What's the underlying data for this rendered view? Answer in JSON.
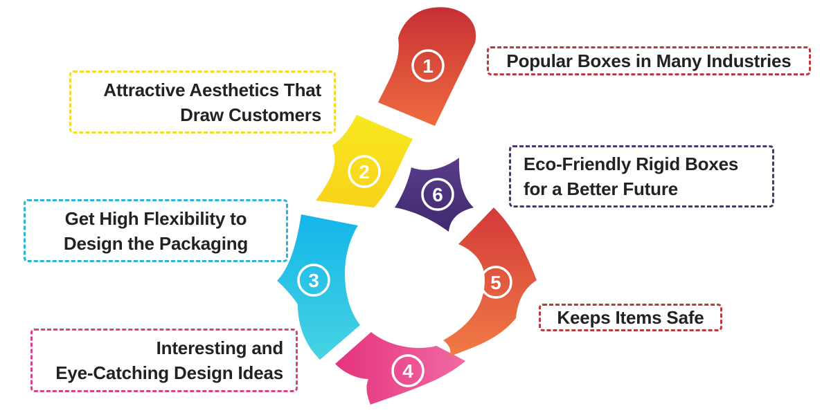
{
  "steps": [
    {
      "number": "1",
      "lines": [
        "Popular Boxes in Many Industries"
      ],
      "color_top": "#c62f34",
      "color_bottom": "#ef6b3f",
      "border": "#b73a3f"
    },
    {
      "number": "2",
      "lines": [
        "Attractive Aesthetics That",
        "Draw Customers"
      ],
      "color_top": "#f7e81e",
      "color_bottom": "#f9d21c",
      "border": "#f1db2c"
    },
    {
      "number": "3",
      "lines": [
        "Get High Flexibility to",
        "Design the Packaging"
      ],
      "color_top": "#13b5ea",
      "color_bottom": "#47d3e2",
      "border": "#2bb4d6"
    },
    {
      "number": "4",
      "lines": [
        "Interesting and",
        "Eye-Catching Design Ideas"
      ],
      "color_top": "#e5337d",
      "color_bottom": "#f06aa4",
      "border": "#d94286"
    },
    {
      "number": "5",
      "lines": [
        "Keeps Items Safe"
      ],
      "color_top": "#d33a3a",
      "color_bottom": "#f07b45",
      "border": "#b73a3f"
    },
    {
      "number": "6",
      "lines": [
        "Eco-Friendly Rigid Boxes",
        "for a Better Future"
      ],
      "color_top": "#5b3c8a",
      "color_bottom": "#3e2a6e",
      "border": "#4a3570"
    }
  ]
}
